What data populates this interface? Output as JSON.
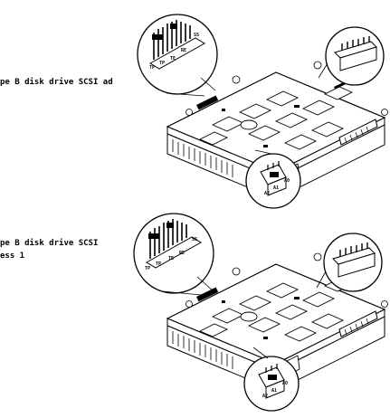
{
  "figure": {
    "top": {
      "caption": "pe B disk drive SCSI ad",
      "jumper_labels": [
        "TP",
        "TP",
        "TE",
        "RE",
        "SS"
      ],
      "rear_labels": [
        "A1",
        "A0",
        "A2"
      ]
    },
    "bottom": {
      "caption_line1": "pe B disk drive SCSI",
      "caption_line2": "ess 1",
      "jumper_labels": [
        "TP",
        "TP",
        "TE",
        "RE",
        "SS"
      ],
      "rear_labels": [
        "A1",
        "A0",
        "A2"
      ]
    }
  }
}
